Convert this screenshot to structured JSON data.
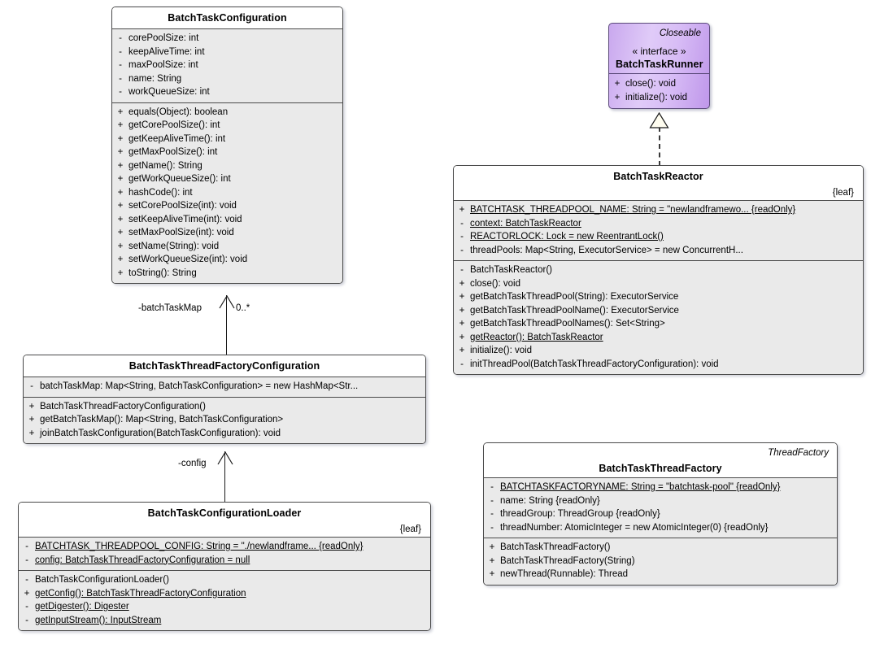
{
  "diagram": {
    "title": "BatchTask UML Class Diagram",
    "background": "#ffffff",
    "border_color": "#4a4a4a",
    "compartment_color": "#eaeaea",
    "interface_color": "#d8bdf6"
  },
  "classes": {
    "batch_task_configuration": {
      "name": "BatchTaskConfiguration",
      "attributes": [
        {
          "vis": "-",
          "text": "corePoolSize: int",
          "static": false
        },
        {
          "vis": "-",
          "text": "keepAliveTime: int",
          "static": false
        },
        {
          "vis": "-",
          "text": "maxPoolSize: int",
          "static": false
        },
        {
          "vis": "-",
          "text": "name: String",
          "static": false
        },
        {
          "vis": "-",
          "text": "workQueueSize: int",
          "static": false
        }
      ],
      "operations": [
        {
          "vis": "+",
          "text": "equals(Object): boolean",
          "static": false
        },
        {
          "vis": "+",
          "text": "getCorePoolSize(): int",
          "static": false
        },
        {
          "vis": "+",
          "text": "getKeepAliveTime(): int",
          "static": false
        },
        {
          "vis": "+",
          "text": "getMaxPoolSize(): int",
          "static": false
        },
        {
          "vis": "+",
          "text": "getName(): String",
          "static": false
        },
        {
          "vis": "+",
          "text": "getWorkQueueSize(): int",
          "static": false
        },
        {
          "vis": "+",
          "text": "hashCode(): int",
          "static": false
        },
        {
          "vis": "+",
          "text": "setCorePoolSize(int): void",
          "static": false
        },
        {
          "vis": "+",
          "text": "setKeepAliveTime(int): void",
          "static": false
        },
        {
          "vis": "+",
          "text": "setMaxPoolSize(int): void",
          "static": false
        },
        {
          "vis": "+",
          "text": "setName(String): void",
          "static": false
        },
        {
          "vis": "+",
          "text": "setWorkQueueSize(int): void",
          "static": false
        },
        {
          "vis": "+",
          "text": "toString(): String",
          "static": false
        }
      ]
    },
    "batch_task_runner": {
      "corner": "Closeable",
      "stereotype": "« interface »",
      "name": "BatchTaskRunner",
      "operations": [
        {
          "vis": "+",
          "text": "close(): void",
          "static": false
        },
        {
          "vis": "+",
          "text": "initialize(): void",
          "static": false
        }
      ]
    },
    "batch_task_reactor": {
      "name": "BatchTaskReactor",
      "leaf": "{leaf}",
      "attributes": [
        {
          "vis": "+",
          "text": "BATCHTASK_THREADPOOL_NAME: String = \"newlandframewo... {readOnly}",
          "static": true
        },
        {
          "vis": "-",
          "text": "context: BatchTaskReactor",
          "static": true
        },
        {
          "vis": "-",
          "text": "REACTORLOCK: Lock = new ReentrantLock()",
          "static": true
        },
        {
          "vis": "-",
          "text": "threadPools: Map<String, ExecutorService> = new ConcurrentH...",
          "static": false
        }
      ],
      "operations": [
        {
          "vis": "-",
          "text": "BatchTaskReactor()",
          "static": false
        },
        {
          "vis": "+",
          "text": "close(): void",
          "static": false
        },
        {
          "vis": "+",
          "text": "getBatchTaskThreadPool(String): ExecutorService",
          "static": false
        },
        {
          "vis": "+",
          "text": "getBatchTaskThreadPoolName(): ExecutorService",
          "static": false
        },
        {
          "vis": "+",
          "text": "getBatchTaskThreadPoolNames(): Set<String>",
          "static": false
        },
        {
          "vis": "+",
          "text": "getReactor(): BatchTaskReactor",
          "static": true
        },
        {
          "vis": "+",
          "text": "initialize(): void",
          "static": false
        },
        {
          "vis": "-",
          "text": "initThreadPool(BatchTaskThreadFactoryConfiguration): void",
          "static": false
        }
      ]
    },
    "batch_task_thread_factory_configuration": {
      "name": "BatchTaskThreadFactoryConfiguration",
      "attributes": [
        {
          "vis": "-",
          "text": "batchTaskMap: Map<String, BatchTaskConfiguration> = new HashMap<Str...",
          "static": false
        }
      ],
      "operations": [
        {
          "vis": "+",
          "text": "BatchTaskThreadFactoryConfiguration()",
          "static": false
        },
        {
          "vis": "+",
          "text": "getBatchTaskMap(): Map<String, BatchTaskConfiguration>",
          "static": false
        },
        {
          "vis": "+",
          "text": "joinBatchTaskConfiguration(BatchTaskConfiguration): void",
          "static": false
        }
      ]
    },
    "batch_task_configuration_loader": {
      "name": "BatchTaskConfigurationLoader",
      "leaf": "{leaf}",
      "attributes": [
        {
          "vis": "-",
          "text": "BATCHTASK_THREADPOOL_CONFIG: String = \"./newlandframe... {readOnly}",
          "static": true
        },
        {
          "vis": "-",
          "text": "config: BatchTaskThreadFactoryConfiguration = null",
          "static": true
        }
      ],
      "operations": [
        {
          "vis": "-",
          "text": "BatchTaskConfigurationLoader()",
          "static": false
        },
        {
          "vis": "+",
          "text": "getConfig(): BatchTaskThreadFactoryConfiguration",
          "static": true
        },
        {
          "vis": "-",
          "text": "getDigester(): Digester",
          "static": true
        },
        {
          "vis": "-",
          "text": "getInputStream(): InputStream",
          "static": true
        }
      ]
    },
    "batch_task_thread_factory": {
      "corner": "ThreadFactory",
      "name": "BatchTaskThreadFactory",
      "attributes": [
        {
          "vis": "-",
          "text": "BATCHTASKFACTORYNAME: String = \"batchtask-pool\" {readOnly}",
          "static": true
        },
        {
          "vis": "-",
          "text": "name: String {readOnly}",
          "static": false
        },
        {
          "vis": "-",
          "text": "threadGroup: ThreadGroup {readOnly}",
          "static": false
        },
        {
          "vis": "-",
          "text": "threadNumber: AtomicInteger = new AtomicInteger(0) {readOnly}",
          "static": false
        }
      ],
      "operations": [
        {
          "vis": "+",
          "text": "BatchTaskThreadFactory()",
          "static": false
        },
        {
          "vis": "+",
          "text": "BatchTaskThreadFactory(String)",
          "static": false
        },
        {
          "vis": "+",
          "text": "newThread(Runnable): Thread",
          "static": false
        }
      ]
    }
  },
  "edges": {
    "batch_task_map": {
      "role": "-batchTaskMap",
      "multiplicity": "0..*",
      "kind": "association"
    },
    "config": {
      "role": "-config",
      "multiplicity": "",
      "kind": "association"
    },
    "realization": {
      "role": "",
      "kind": "realization"
    }
  }
}
